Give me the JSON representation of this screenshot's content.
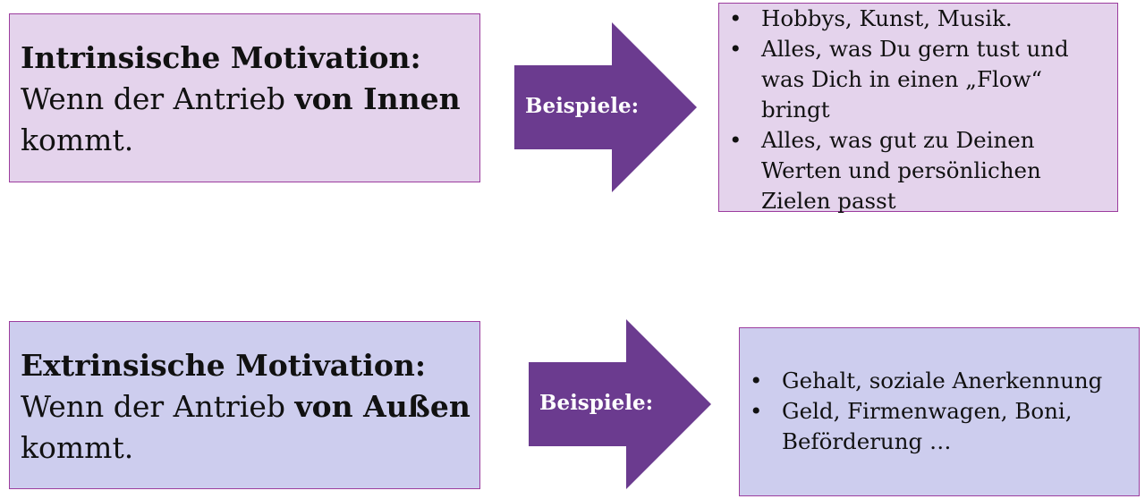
{
  "intrinsic": {
    "heading": "Intrinsische Motivation:",
    "text_before": "Wenn der Antrieb ",
    "text_bold": "von Innen",
    "text_after": "kommt."
  },
  "extrinsic": {
    "heading": "Extrinsische Motivation:",
    "text_before": "Wenn der Antrieb ",
    "text_bold": "von Außen",
    "text_after": "kommt."
  },
  "arrows": {
    "top_label": "Beispiele:",
    "bottom_label": "Beispiele:"
  },
  "examples_intrinsic": {
    "bullet": "•",
    "items": [
      "Hobbys, Kunst, Musik.",
      "Alles, was Du gern tust und was Dich in einen „Flow“ bringt",
      "Alles, was gut zu Deinen Werten und persönlichen Zielen passt"
    ]
  },
  "examples_extrinsic": {
    "bullet": "•",
    "items": [
      "Gehalt, soziale Anerkennung",
      "Geld, Firmenwagen, Boni, Beförderung …"
    ]
  },
  "colors": {
    "border": "#9c3d9e",
    "intrinsic_fill": "#e4d3ec",
    "extrinsic_fill": "#cdcdee",
    "arrow_fill": "#6b3b8f"
  }
}
